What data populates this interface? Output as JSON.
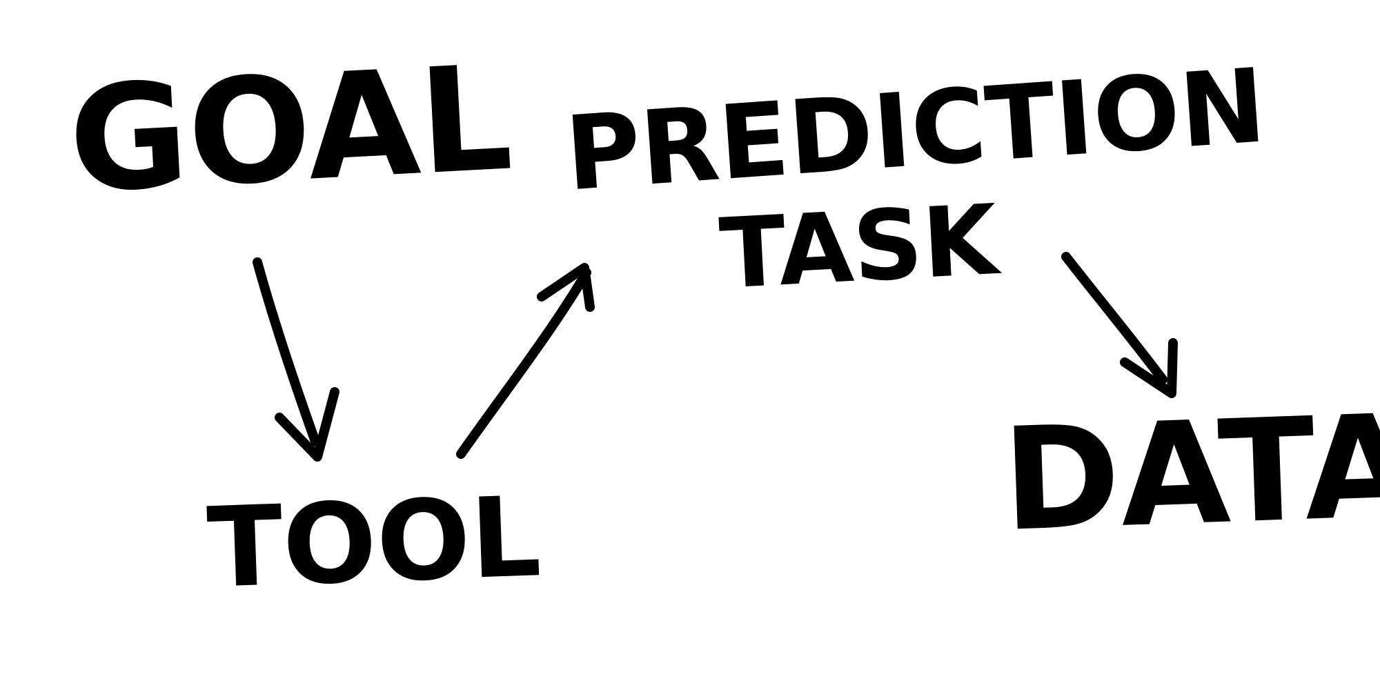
{
  "diagram": {
    "nodes": [
      {
        "id": "goal",
        "label": "GOAL"
      },
      {
        "id": "tool",
        "label": "TOOL"
      },
      {
        "id": "prediction_task",
        "label_line1": "PREDICTION",
        "label_line2": "TASK"
      },
      {
        "id": "data",
        "label": "DATA"
      }
    ],
    "edges": [
      {
        "from": "goal",
        "to": "tool"
      },
      {
        "from": "tool",
        "to": "prediction_task"
      },
      {
        "from": "prediction_task",
        "to": "data"
      }
    ],
    "colors": {
      "ink": "#000000",
      "background": "#ffffff"
    }
  }
}
